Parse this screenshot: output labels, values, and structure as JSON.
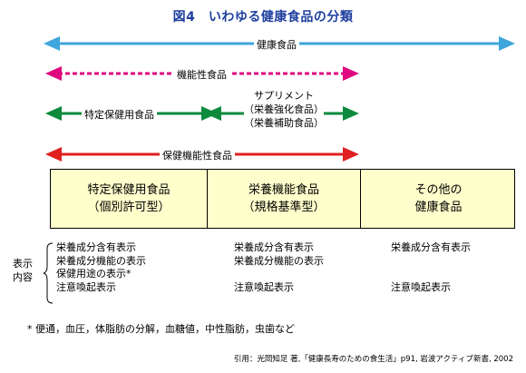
{
  "title": "図4　いわゆる健康食品の分類",
  "colors": {
    "blue": "#3fa6dc",
    "magenta": "#e0087f",
    "green": "#0d8a3c",
    "red": "#e02020",
    "box_fill": "#ffffcc",
    "title": "#1f3f9f"
  },
  "arrows": {
    "health_food": "健康食品",
    "functional": "機能性食品",
    "tokutei": "特定保健用食品",
    "supplement": [
      "サプリメント",
      "（栄養強化食品）",
      "（栄養補助食品）"
    ],
    "hoken_kinou": "保健機能性食品"
  },
  "table": [
    {
      "line1": "特定保健用食品",
      "line2": "（個別許可型）"
    },
    {
      "line1": "栄養機能食品",
      "line2": "（規格基準型）"
    },
    {
      "line1": "その他の",
      "line2": "健康食品"
    }
  ],
  "labeling": {
    "label_line1": "表示",
    "label_line2": "内容",
    "col1": [
      "栄養成分含有表示",
      "栄養成分機能の表示",
      "保健用途の表示*",
      "注意喚起表示"
    ],
    "col2": [
      "栄養成分含有表示",
      "栄養成分機能の表示",
      "",
      "注意喚起表示"
    ],
    "col3": [
      "栄養成分含有表示",
      "",
      "",
      "注意喚起表示"
    ]
  },
  "footnote": "*  便通，血圧，体脂肪の分解，血糖値，中性脂肪，虫歯など",
  "citation": "引用：光岡知足 著,「健康長寿のための食生活」p91, 岩波アクティブ新書, 2002"
}
